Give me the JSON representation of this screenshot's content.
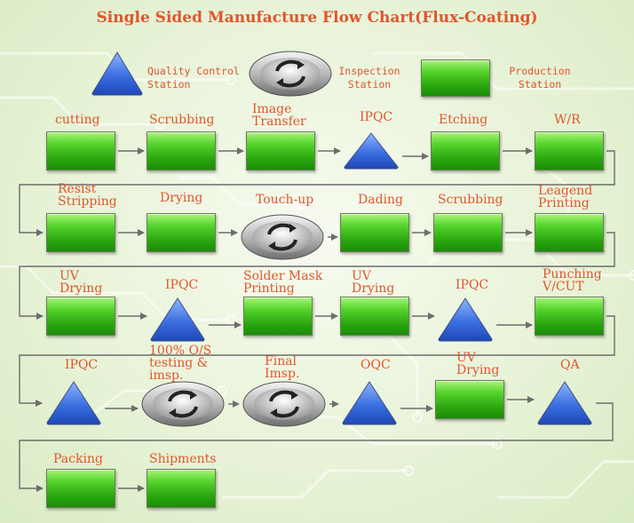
{
  "title": "Single Sided Manufacture Flow Chart(Flux-Coating)",
  "legend": {
    "quality_control": "Quality Control\nStation",
    "inspection": "Inspection\nStation",
    "production": "Production\nStation"
  },
  "colors": {
    "label": "#e0562c",
    "production_green": "#2aa80f",
    "quality_blue": "#2f63d6",
    "inspection_silver": "#a9a9a9",
    "arrow": "#6d6d6d"
  },
  "rows": [
    [
      {
        "type": "production",
        "label": "cutting"
      },
      {
        "type": "production",
        "label": "Scrubbing"
      },
      {
        "type": "production",
        "label": "Image\nTransfer"
      },
      {
        "type": "quality",
        "label": "IPQC"
      },
      {
        "type": "production",
        "label": "Etching"
      },
      {
        "type": "production",
        "label": "W/R"
      }
    ],
    [
      {
        "type": "production",
        "label": "Resist\nStripping"
      },
      {
        "type": "production",
        "label": "Drying"
      },
      {
        "type": "inspection",
        "label": "Touch-up"
      },
      {
        "type": "production",
        "label": "Dading"
      },
      {
        "type": "production",
        "label": "Scrubbing"
      },
      {
        "type": "production",
        "label": "Leagend\nPrinting"
      }
    ],
    [
      {
        "type": "production",
        "label": "UV\nDrying"
      },
      {
        "type": "quality",
        "label": "IPQC"
      },
      {
        "type": "production",
        "label": "Solder Mask\nPrinting"
      },
      {
        "type": "production",
        "label": "UV\nDrying"
      },
      {
        "type": "quality",
        "label": "IPQC"
      },
      {
        "type": "production",
        "label": "Punching\nV/CUT"
      }
    ],
    [
      {
        "type": "quality",
        "label": "IPQC"
      },
      {
        "type": "inspection",
        "label": "100% O/S\ntesting &\nimsp."
      },
      {
        "type": "inspection",
        "label": "Final\nImsp."
      },
      {
        "type": "quality",
        "label": "OQC"
      },
      {
        "type": "production",
        "label": "UV\nDrying"
      },
      {
        "type": "quality",
        "label": "QA"
      }
    ],
    [
      {
        "type": "production",
        "label": "Packing"
      },
      {
        "type": "production",
        "label": "Shipments"
      }
    ]
  ]
}
